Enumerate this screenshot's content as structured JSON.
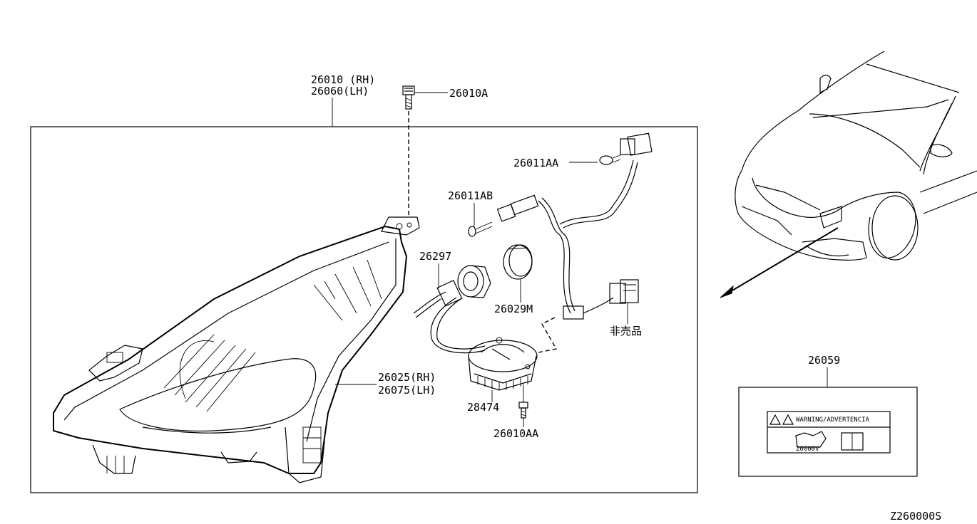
{
  "labels": {
    "assy_rh": "26010 (RH)",
    "assy_lh": "26060(LH)",
    "screw_top": "26010A",
    "bulb_aa": "26011AA",
    "bulb_ab": "26011AB",
    "bulb_main": "26297",
    "cap": "26029M",
    "not_sold": "非売品",
    "lens_rh": "26025(RH)",
    "lens_lh": "26075(LH)",
    "ballast": "28474",
    "screw_bottom": "26010AA",
    "caution_label": "26059",
    "warning_text": "WARNING/ADVERTENCIA",
    "voltage_text": "20000V",
    "diagram_code": "Z260000S"
  }
}
